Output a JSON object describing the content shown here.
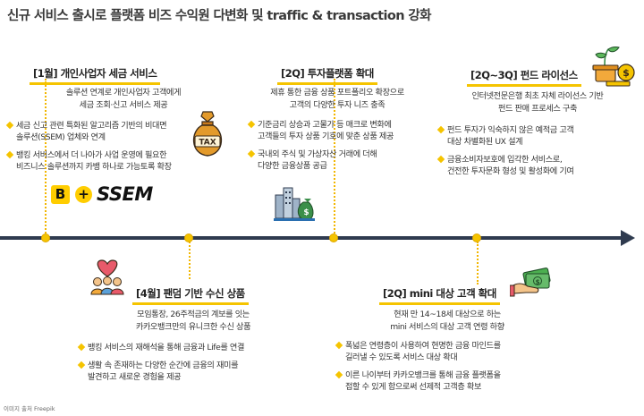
{
  "title": "신규 서비스 출시로 플랫폼 비즈 수익원 다변화 및 traffic & transaction 강화",
  "footer_note": "이미지 출처 Freepik",
  "colors": {
    "accent": "#f5c400",
    "timeline": "#2f3b4f",
    "text": "#333333"
  },
  "milestones": [
    {
      "title": "[1월] 개인사업자 세금 서비스",
      "subtitle": [
        "솔루션 연계로 개인사업자 고객에게",
        "세금 조회·신고 서비스 제공"
      ],
      "bullets": [
        [
          "세금 신고 관련 특화된 알고리즘 기반의 비대면",
          "솔루션(SSEM) 업체와 연계"
        ],
        [
          "뱅킹 서비스에서 더 나아가 사업 운영에 필요한",
          "비즈니스 솔루션까지 카뱅 하나로 가능토록 확장"
        ]
      ],
      "icon": "tax-money-bag-icon",
      "icon_label": "TAX",
      "logo": {
        "b": "B",
        "plus": "+",
        "ssem": "SSEM"
      }
    },
    {
      "title": "[4월] 팬덤 기반 수신 상품",
      "subtitle": [
        "모임통장, 26주적금의 계보를 잇는",
        "카카오뱅크만의 유니크한 수신 상품"
      ],
      "bullets": [
        [
          "뱅킹 서비스의 재해석을 통해 금융과 Life를 연결"
        ],
        [
          "생활 속 존재하는 다양한 순간에 금융의 재미를",
          "발견하고 새로운 경험을 제공"
        ]
      ],
      "icon": "heart-community-icon"
    },
    {
      "title": "[2Q] 투자플랫폼 확대",
      "subtitle": [
        "제휴 통한 금융 상품 포트폴리오 확장으로",
        "고객의 다양한 투자 니즈 충족"
      ],
      "bullets": [
        [
          "기준금리 상승과 고물가 등 매크로 변화에",
          "고객들의 투자 상품 기호에 맞춘 상품 제공"
        ],
        [
          "국내외 주식 및 가상자산 거래에 더해",
          "다양한 금융상품 공급"
        ]
      ],
      "icon": "city-investment-icon"
    },
    {
      "title": "[2Q] mini 대상 고객 확대",
      "subtitle": [
        "현재 만 14~18세 대상으로 하는",
        "mini 서비스의 대상 고객 연령 하향"
      ],
      "bullets": [
        [
          "폭넓은 연령층이 사용하여 현명한 금융 마인드를",
          "길러낼 수 있도록 서비스 대상 확대"
        ],
        [
          "이른 나이부터 카카오뱅크를 통해 금융 플랫폼을",
          "접할 수 있게 함으로써 선제적 고객층 확보"
        ]
      ],
      "icon": "hand-cash-icon"
    },
    {
      "title": "[2Q~3Q] 펀드 라이선스",
      "subtitle": [
        "인터넷전문은행 최초 자체 라이선스 기반",
        "펀드 판매 프로세스 구축"
      ],
      "bullets": [
        [
          "펀드 투자가 익숙하지 않은 예적금 고객",
          "대상 차별화된 UX 설계"
        ],
        [
          "금융소비자보호에 입각한 서비스로,",
          "건전한 투자문화 형성 및 활성화에 기여"
        ]
      ],
      "icon": "money-plant-icon"
    }
  ]
}
